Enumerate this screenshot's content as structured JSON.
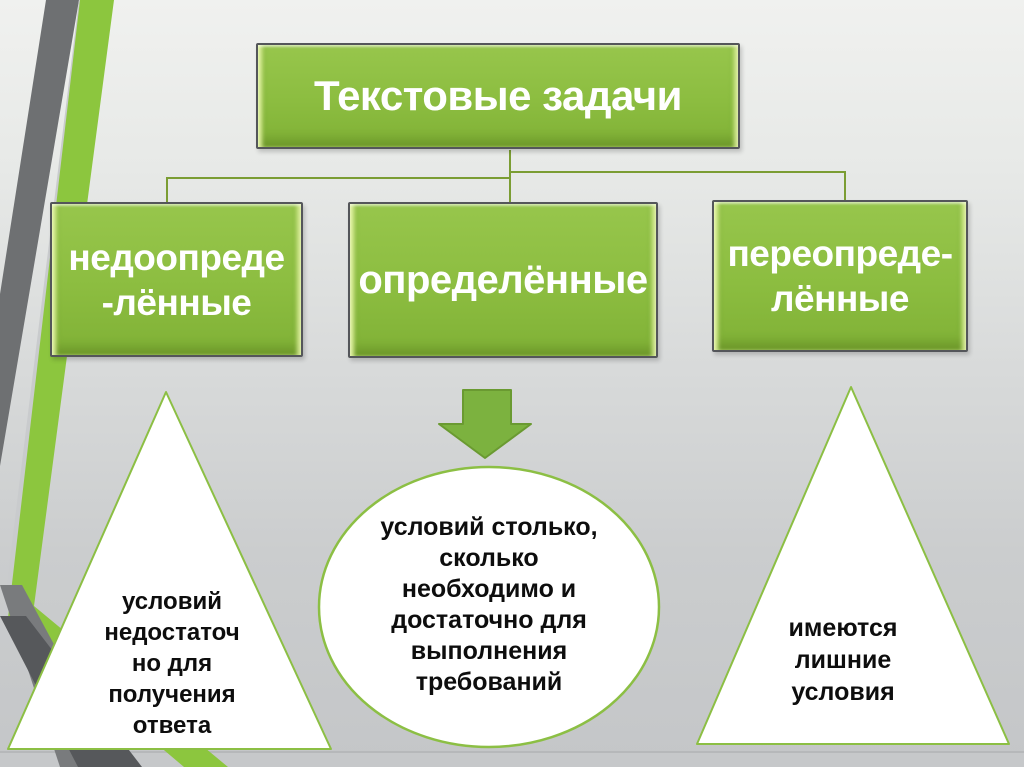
{
  "slide_title": "Текстовые задачи",
  "colors": {
    "box_green": "#8cbd40",
    "box_border": "#54565a",
    "connector_green": "#7b9d33",
    "arrow_fill": "#7cb23f",
    "shape_border_green": "#8cbf44",
    "decor_green": "#8cc63e",
    "decor_gray_dark": "#56585b",
    "background_gray": "#d8dada"
  },
  "tree": {
    "root": {
      "label": "Текстовые задачи"
    },
    "children": [
      {
        "label": "недоопреде\n-лённые"
      },
      {
        "label": "определённые"
      },
      {
        "label": "переопреде-\nлённые"
      }
    ]
  },
  "callouts": {
    "left_triangle": {
      "label": "условий\nнедостаточ\nно для\nполучения\nответа"
    },
    "center_ellipse": {
      "label": "условий столько,\nсколько\nнеобходимо и\nдостаточно для\nвыполнения\nтребований"
    },
    "right_triangle": {
      "label": "имеются\nлишние\nусловия"
    }
  }
}
